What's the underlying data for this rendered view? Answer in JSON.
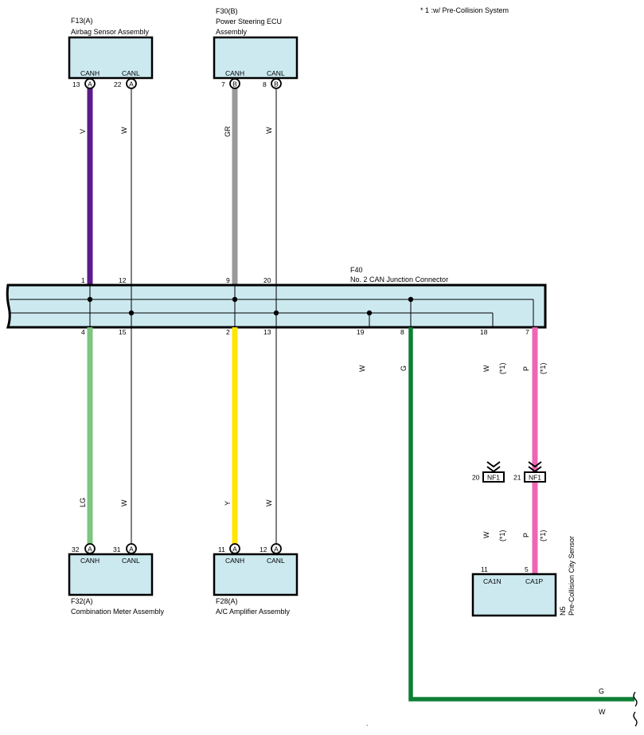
{
  "note": "* 1 :w/ Pre-Collision System",
  "colors": {
    "box_fill": "#cce9f0",
    "V": "#5c1a8c",
    "GR": "#999999",
    "LG": "#7dc67f",
    "Y": "#ffe600",
    "G": "#0f7f35",
    "P": "#ef65b4",
    "W": "#ffffff"
  },
  "connectors": {
    "f13": {
      "code": "F13(A)",
      "name": "Airbag Sensor Assembly",
      "pin_left": "CANH",
      "pin_right": "CANL",
      "term_left": "13",
      "term_right": "22",
      "mark": "A"
    },
    "f30": {
      "code": "F30(B)",
      "name_line1": "Power Steering ECU",
      "name_line2": "Assembly",
      "pin_left": "CANH",
      "pin_right": "CANL",
      "term_left": "7",
      "term_right": "8",
      "mark": "B"
    },
    "f32": {
      "code": "F32(A)",
      "name": "Combination Meter Assembly",
      "pin_left": "CANH",
      "pin_right": "CANL",
      "term_left": "32",
      "term_right": "31",
      "mark": "A"
    },
    "f28": {
      "code": "F28(A)",
      "name": "A/C Amplifier Assembly",
      "pin_left": "CANH",
      "pin_right": "CANL",
      "term_left": "11",
      "term_right": "12",
      "mark": "A"
    },
    "n5": {
      "code": "N5",
      "name": "Pre-Collision City Sensor",
      "pin_left": "CA1N",
      "pin_right": "CA1P",
      "term_left": "11",
      "term_right": "5"
    }
  },
  "junction": {
    "code": "F40",
    "name": "No. 2 CAN Junction Connector",
    "top_pins": [
      "1",
      "12",
      "9",
      "20"
    ],
    "bottom_pins": [
      "4",
      "15",
      "2",
      "13",
      "19",
      "8",
      "18",
      "7"
    ]
  },
  "wire_colors": {
    "f13_h": "V",
    "f13_l": "W",
    "f30_h": "GR",
    "f30_l": "W",
    "f32_h": "LG",
    "f32_l": "W",
    "f28_h": "Y",
    "f28_l": "W",
    "j19": "W",
    "j8": "G",
    "j18": "W",
    "j7": "P",
    "n5_l": "W",
    "n5_h": "P",
    "out_g": "G",
    "out_w": "W"
  },
  "conditional_marks": {
    "a": "(*1)",
    "b": "(*1)",
    "c": "(*1)",
    "d": "(*1)"
  },
  "nf1": {
    "label": "NF1",
    "term_left": "20",
    "term_right": "21"
  }
}
